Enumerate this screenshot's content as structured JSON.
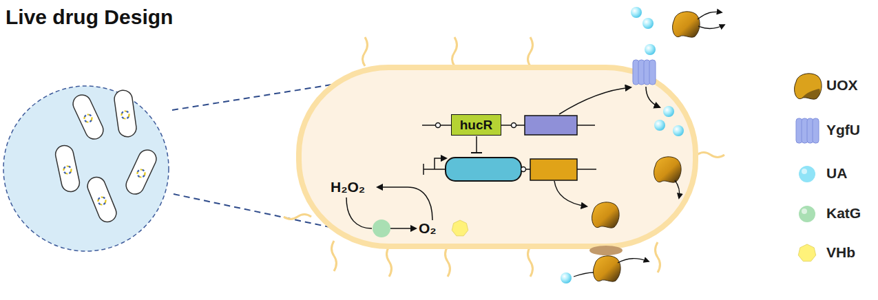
{
  "diagram": {
    "title": "Live drug Design",
    "nodes": [
      {
        "text": [
          "hucR"
        ]
      }
    ],
    "labels": [
      "H₂O₂",
      "O₂"
    ],
    "legend": [
      {
        "text": "UOX",
        "color": "#dba21c"
      },
      {
        "text": "YgfU",
        "color": "#a3b1ee"
      },
      {
        "text": "UA",
        "color": "#8fe3f7"
      },
      {
        "text": "KatG",
        "color": "#a9dfb3"
      },
      {
        "text": "VHb",
        "color": "#fff27a"
      }
    ]
  }
}
